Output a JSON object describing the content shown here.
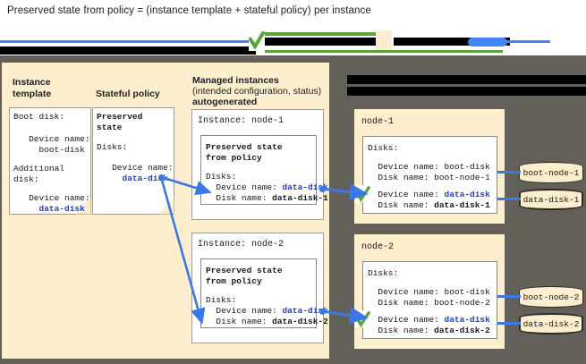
{
  "caption": "Preserved state from policy = (instance template + stateful policy) per instance",
  "legend": {
    "check_icon": "green-check-icon",
    "redacted": true,
    "items": [
      {
        "label": "",
        "icon": "green-check-icon",
        "redacted": true
      },
      {
        "label": "",
        "icon": "cream-box-icon",
        "redacted": true
      },
      {
        "label": "",
        "icon": "blue-arrow-icon",
        "redacted": true
      }
    ]
  },
  "columns": {
    "instance_template": {
      "heading_line1": "Instance",
      "heading_line2": "template",
      "card": {
        "lines": [
          "Boot disk:",
          "",
          "   Device name:",
          "     boot-disk",
          "",
          "Additional",
          "disk:",
          "",
          "   Device name:"
        ],
        "highlight": "     data-disk"
      }
    },
    "stateful_policy": {
      "heading": "Stateful policy",
      "card": {
        "title_line1": "Preserved",
        "title_line2": "state",
        "disks_label": "Disks:",
        "device_name_label": "   Device name:",
        "device_name_value": "     data-disk"
      }
    },
    "managed_instances": {
      "heading_line1": "Managed instances",
      "heading_line2": "(intended configuration, status)",
      "heading_line3": "autogenerated",
      "instances": [
        {
          "title": "Instance: node-1",
          "inner_title_line1": "Preserved state",
          "inner_title_line2": "from policy",
          "disks_label": "Disks:",
          "device_name_label": "  Device name: ",
          "device_name_value": "data-disk",
          "disk_name_label": "  Disk name: ",
          "disk_name_value": "data-disk-1"
        },
        {
          "title": "Instance: node-2",
          "inner_title_line1": "Preserved state",
          "inner_title_line2": "from policy",
          "disks_label": "Disks:",
          "device_name_label": "  Device name: ",
          "device_name_value": "data-disk",
          "disk_name_label": "  Disk name: ",
          "disk_name_value": "data-disk-2"
        }
      ]
    },
    "nodes_column": {
      "header_redacted_line1": "",
      "header_redacted_line2": "",
      "nodes": [
        {
          "title": "node-1",
          "disks_label": "Disks:",
          "boot_device_name": "  Device name: boot-disk",
          "boot_disk_name": "  Disk name: boot-node-1",
          "data_device_label": "  Device name: ",
          "data_device_value": "data-disk",
          "data_disk_label": "  Disk name: ",
          "data_disk_value": "data-disk-1",
          "cylinders": [
            {
              "label": "boot-node-1",
              "emphasis": false
            },
            {
              "label": "data-disk-1",
              "emphasis": true
            }
          ],
          "check_icon": "green-check-icon"
        },
        {
          "title": "node-2",
          "disks_label": "Disks:",
          "boot_device_name": "  Device name: boot-disk",
          "boot_disk_name": "  Disk name: boot-node-2",
          "data_device_label": "  Device name: ",
          "data_device_value": "data-disk",
          "data_disk_label": "  Disk name: ",
          "data_disk_value": "data-disk-2",
          "cylinders": [
            {
              "label": "boot-node-2",
              "emphasis": false
            },
            {
              "label": "data-disk-2",
              "emphasis": true
            }
          ],
          "check_icon": "green-check-icon"
        }
      ]
    }
  },
  "colors": {
    "cream": "#fdeecd",
    "dark_frame": "#63605a",
    "blue": "#3b78e7",
    "blue_text": "#1a3de0",
    "green": "#5ba33a",
    "card_border": "#9b9b93"
  }
}
